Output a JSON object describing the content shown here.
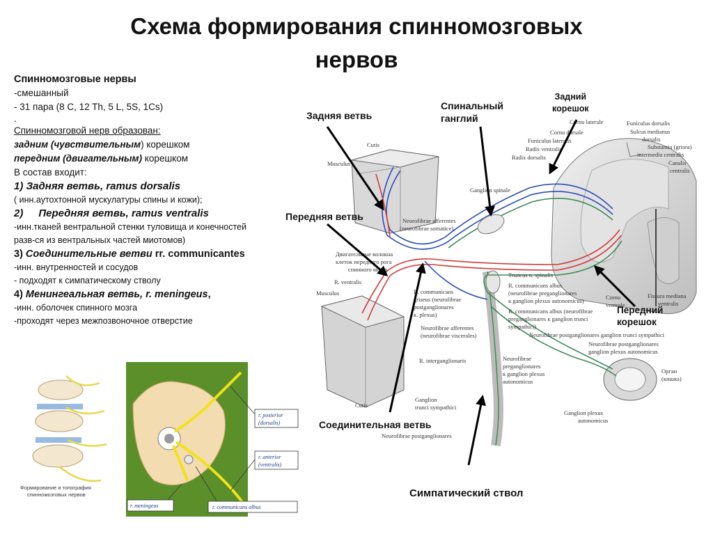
{
  "title": {
    "line1": "Схема формирования спинномозговых",
    "line2": "нервов"
  },
  "text_block": {
    "heading": "Спинномозговые нервы",
    "line_mixed": "-смешанный",
    "line_pairs": "- 31 пара (8 C, 12 Th, 5 L, 5S, 1Cs)",
    "dot": ".",
    "formed_by": "Спинномозговой нерв образован:",
    "posterior_root_em": "задним (чувствительным",
    "posterior_root_rest": ") корешком",
    "anterior_root_em": "передним (двигательным)",
    "anterior_root_rest": " корешком",
    "composition": "В состав входит:",
    "item1": "1) Задняя ветвь, ramus dorsalis",
    "item1_note": "( инн.аутохтонной мускулатуры спины и кожи);",
    "item2_num": "2)",
    "item2": "Передняя ветвь, ramus ventralis",
    "item2_note1": "-инн.тканей вентральной стенки туловища и конечностей",
    "item2_note2": "разв-ся из вентральных частей миотомов)",
    "item3_a": "3) ",
    "item3_b": "Соединительные ветви",
    "item3_c": " rr. communicantes",
    "item3_note1": "-инн. внутренностей и сосудов",
    "item3_note2": "- подходят к симпатическому стволу",
    "item4_a": "4) ",
    "item4_b": "Менингеальная ветвь, ",
    "item4_c": "r. meningeus",
    "item4_d": ",",
    "item4_note1": "-инн. оболочек спинного мозга",
    "item4_note2": "-проходят через межпозвоночное отверстие"
  },
  "callouts": {
    "posterior_branch": "Задняя ветвь",
    "spinal_ganglion_1": "Спинальный",
    "spinal_ganglion_2": "ганглий",
    "posterior_root_1": "Задний",
    "posterior_root_2": "корешок",
    "anterior_branch": "Передняя ветвь",
    "anterior_root_1": "Передний",
    "anterior_root_2": "корешок",
    "connecting_branch": "Соединительная ветвь",
    "sympathetic_trunk": "Симпатический ствол"
  },
  "diagram_labels": {
    "cutis_top": "Cutis",
    "musculus_top": "Musculus",
    "cornu_laterale": "Cornu laterale",
    "cornu_dorsale": "Cornu dorsale",
    "funiculus_lateralis": "Funiculus lateralis",
    "radix_ventralis": "Radix ventralis",
    "radix_dorsalis": "Radix dorsalis",
    "funiculus_dorsalis": "Funiculus dorsalis",
    "sulcus_medianus": "Sulcus medianus",
    "dorsalis": "dorsalis",
    "substantia_grisea": "Substantia (grisea)",
    "intermedia_centralis": "intermedia centralis",
    "canalis": "Canalis",
    "centralis": "centralis",
    "ganglion_spinale": "Ganglion spinale",
    "neurofibrae_afferentes": "Neurofibrae afferentes",
    "neurofibrae_somatice": "(neurofibrae somatice)",
    "dvig_1": "Двигательные волокна",
    "dvig_2": "клеток переднего рога",
    "dvig_3": "спинного мозга",
    "r_ventralis": "R. ventralis",
    "truncus": "Truncus n. spinalis",
    "cornu_ventrale_1": "Cornu",
    "cornu_ventrale_2": "ventrale",
    "fissura_1": "Fissura mediana",
    "fissura_2": "ventralis",
    "musculus_bottom": "Musculus",
    "r_comm_griseus_1": "R. communicans",
    "r_comm_griseus_2": "griseus (neurofibrae",
    "r_comm_griseus_3": "postganglionares",
    "r_comm_griseus_4": "к. plexus)",
    "r_comm_albus_1": "R. communicans albus",
    "r_comm_albus_2": "(neurofibrae preganglionares",
    "r_comm_albus_3": "к ganglion plexus autonomicus)",
    "r_comm_albus_b1": "R. communicans albus (neurofibrae",
    "r_comm_albus_b2": "preganglionares к ganglion trunci",
    "r_comm_albus_b3": "sympathici)",
    "nf_post_trunci": "Neurofibrae postganglionares ganglion trunci sympathici",
    "nf_aff_vis_1": "Neurofibrae afferentes",
    "nf_aff_vis_2": "(neurofibrae viscerales)",
    "nf_post_plexus_1": "Neurofibrae postganglionares",
    "nf_post_plexus_2": "ganglion plexus autonomicus",
    "r_interganglionaris": "R. interganglionaris",
    "nf_pre_1": "Neurofibrae",
    "nf_pre_2": "preganglionares",
    "nf_pre_3": "к ganglion plexus",
    "nf_pre_4": "autonomicus",
    "organ_1": "Орган",
    "organ_2": "(кишка)",
    "cutis_bottom": "Cutis",
    "ganglion_trunci_1": "Ganglion",
    "ganglion_trunci_2": "trunci sympathici",
    "ganglion_plexus_1": "Ganglion plexus",
    "ganglion_plexus_2": "autonomicus",
    "nf_post_bottom": "Neurofibrae postganglionares"
  },
  "inset": {
    "caption_1": "Формирование и топография",
    "caption_2": "спинномозговых нервов",
    "r_posterior_1": "r. posterior",
    "r_posterior_2": "(dorsalis)",
    "r_anterior_1": "r. anterior",
    "r_anterior_2": "(ventralis)",
    "r_meningeus": "r. meningeus",
    "r_comm_albus": "r. communicans albus"
  },
  "colors": {
    "sensory_nerve": "#2b4fb5",
    "motor_nerve": "#d23b3b",
    "autonomic_nerve": "#3f8a5a",
    "inset_green": "#5b8f2a",
    "nerve_yellow": "#f1e21a",
    "arrow": "#000000"
  }
}
